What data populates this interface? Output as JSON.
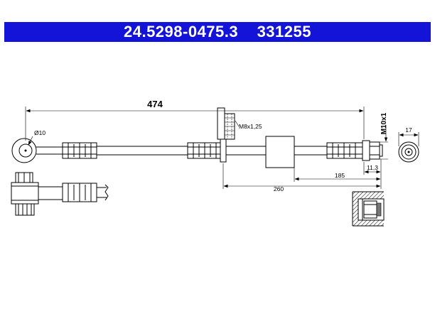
{
  "header": {
    "part_number": "24.5298-0475.3",
    "ref_number": "331255",
    "background_color": "#1414d8",
    "text_color": "#ffffff"
  },
  "dimensions": {
    "total_length": "474",
    "eye_diameter": "Ø10",
    "bracket_thread": "M8x1,25",
    "end_thread": "M10x1",
    "hex_size": "17",
    "fitting_length": "11,3",
    "length_to_sleeve": "185",
    "length_to_bracket": "260"
  }
}
